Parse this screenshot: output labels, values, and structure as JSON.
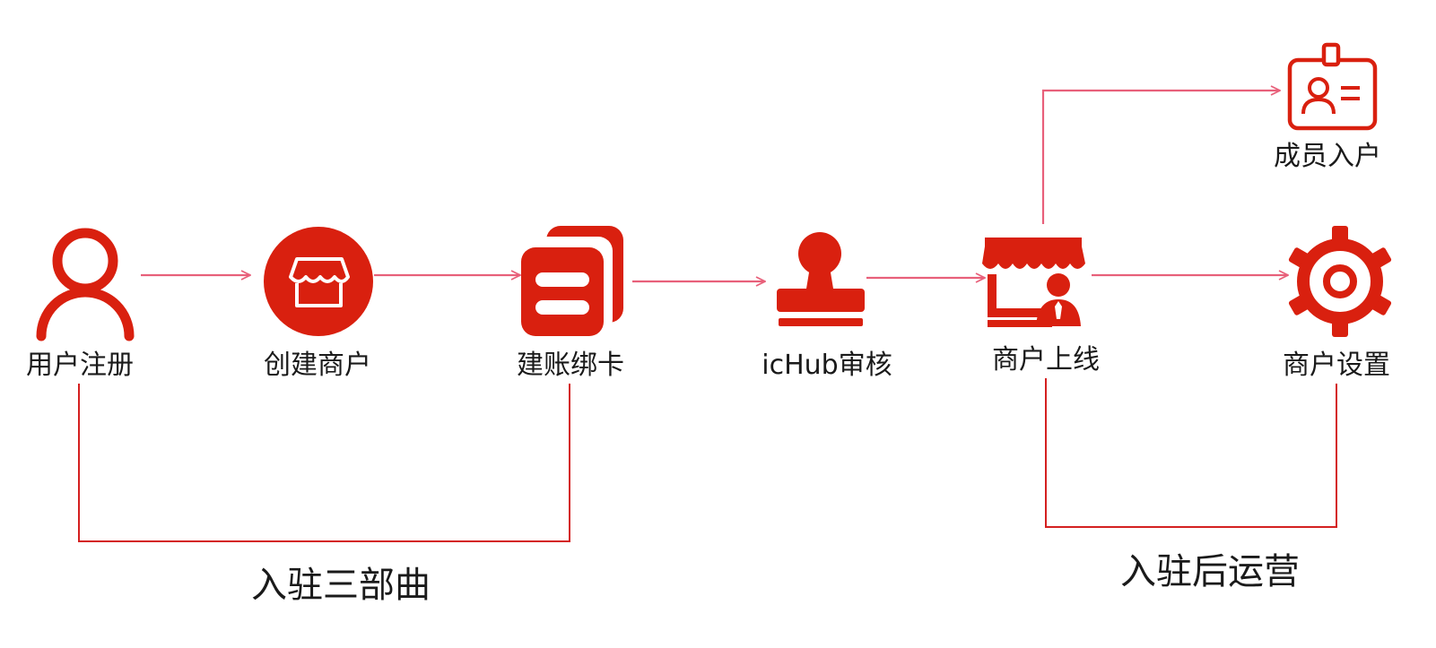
{
  "colors": {
    "icon_red": "#d9200f",
    "arrow_pink": "#e8607a",
    "bracket_red": "#d42020",
    "text": "#1a1a1a"
  },
  "steps": [
    {
      "label": "用户注册",
      "icon": "user-icon"
    },
    {
      "label": "创建商户",
      "icon": "store-circle-icon"
    },
    {
      "label": "建账绑卡",
      "icon": "ledger-cards-icon"
    },
    {
      "label": "icHub审核",
      "icon": "stamp-icon"
    },
    {
      "label": "商户上线",
      "icon": "storefront-person-icon"
    },
    {
      "label": "成员入户",
      "icon": "id-badge-icon"
    },
    {
      "label": "商户设置",
      "icon": "gear-icon"
    }
  ],
  "groups": [
    {
      "label": "入驻三部曲"
    },
    {
      "label": "入驻后运营"
    }
  ]
}
